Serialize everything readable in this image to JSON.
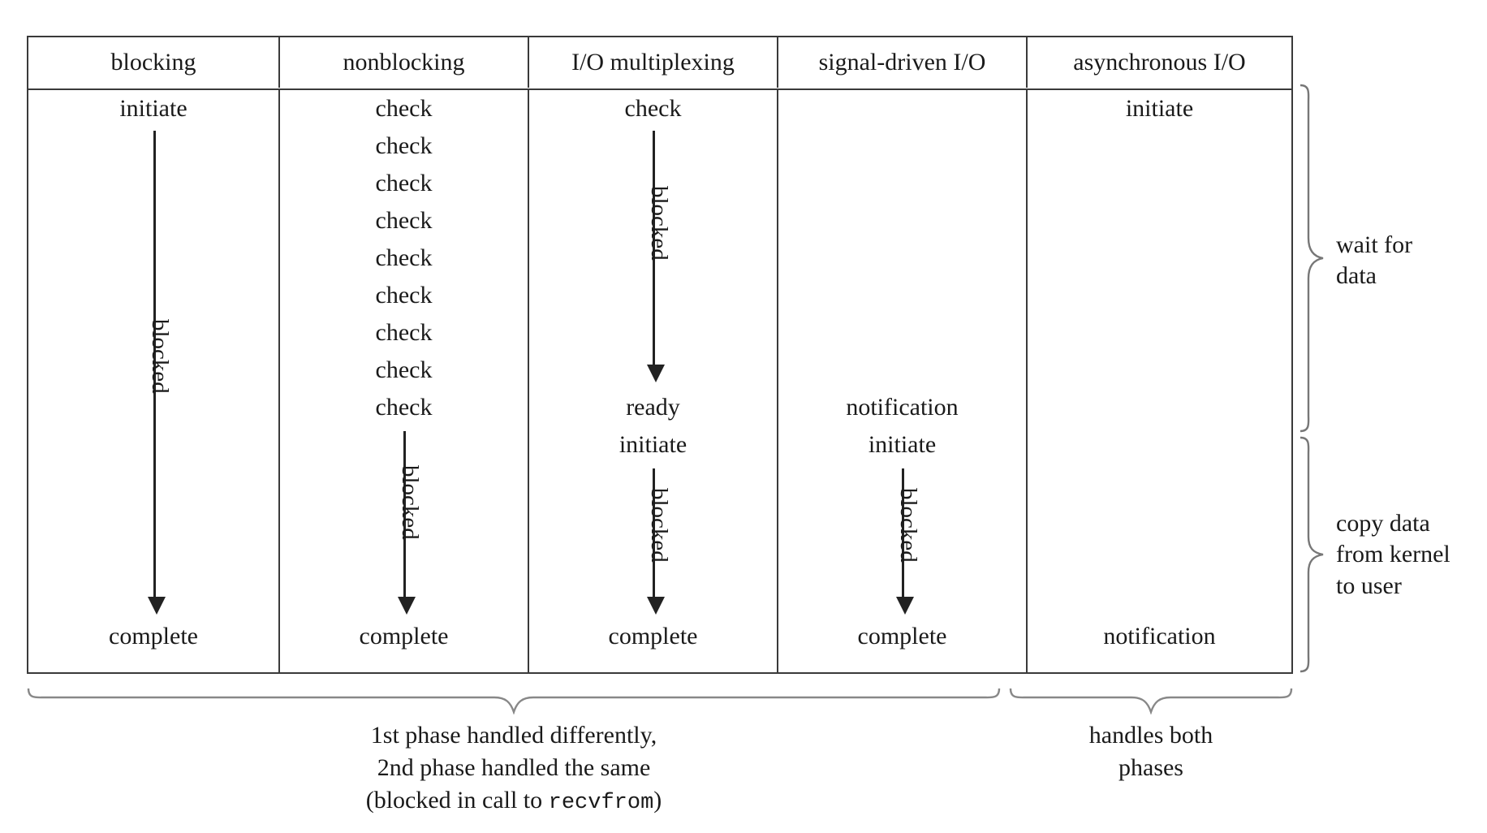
{
  "figure": {
    "type": "comparison-table-diagram",
    "columns": [
      {
        "header": "blocking",
        "events": [
          "initiate",
          "complete"
        ],
        "arrow_label": "blocked"
      },
      {
        "header": "nonblocking",
        "events": [
          "check",
          "check",
          "check",
          "check",
          "check",
          "check",
          "check",
          "check",
          "check",
          "complete"
        ],
        "arrow_label": "blocked"
      },
      {
        "header": "I/O multiplexing",
        "events": [
          "check",
          "ready",
          "initiate",
          "complete"
        ],
        "arrow_label_1": "blocked",
        "arrow_label_2": "blocked"
      },
      {
        "header": "signal-driven I/O",
        "events": [
          "notification",
          "initiate",
          "complete"
        ],
        "arrow_label": "blocked"
      },
      {
        "header": "asynchronous I/O",
        "events": [
          "initiate",
          "notification"
        ]
      }
    ],
    "right_braces": [
      {
        "line1": "wait for",
        "line2": "data"
      },
      {
        "line1": "copy data",
        "line2": "from kernel",
        "line3": "to user"
      }
    ],
    "bottom_braces": [
      {
        "line1": "1st phase handled differently,",
        "line2": "2nd phase handled the same",
        "line3_prefix": "(blocked in call to ",
        "line3_mono": "recvfrom",
        "line3_suffix": ")"
      },
      {
        "line1": "handles both",
        "line2": "phases"
      }
    ]
  },
  "colors": {
    "border": "#3a3a3a",
    "arrow": "#222222",
    "brace": "#777777",
    "text": "#1a1a1a",
    "background": "#ffffff"
  }
}
